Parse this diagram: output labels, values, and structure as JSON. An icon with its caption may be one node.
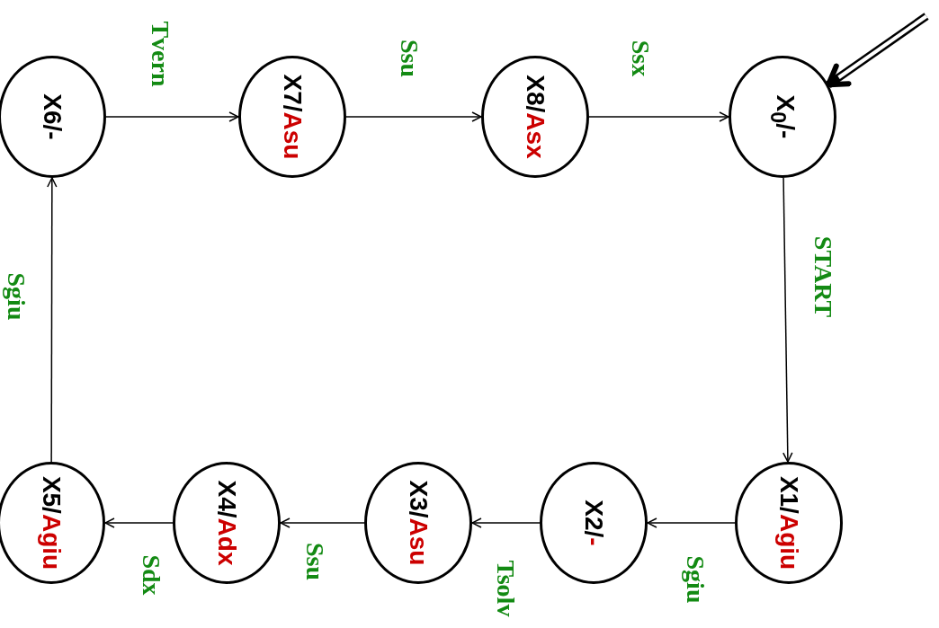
{
  "diagram": {
    "nodes": [
      {
        "text": [
          "X$_{0}$/-"
        ]
      },
      {
        "text": [
          "X1/",
          "Agiu"
        ]
      },
      {
        "text": [
          "X2/",
          "-"
        ]
      },
      {
        "text": [
          "X3/",
          "Asu"
        ]
      },
      {
        "text": [
          "X4/",
          "Adx"
        ]
      },
      {
        "text": [
          "X5/",
          "Agiu"
        ]
      },
      {
        "text": [
          "X6/-"
        ]
      },
      {
        "text": [
          "X7/",
          "Asu"
        ]
      },
      {
        "text": [
          "X8/",
          "Asx"
        ]
      }
    ],
    "edges": [
      {
        "from": null,
        "to": 0,
        "arrow": "to",
        "style": "thick"
      },
      {
        "from": 0,
        "to": 1,
        "arrow": "to",
        "label": "START"
      },
      {
        "from": 1,
        "to": 2,
        "arrow": "to",
        "label": "Sgiu"
      },
      {
        "from": 2,
        "to": 3,
        "arrow": "to",
        "label": "Tsolv"
      },
      {
        "from": 3,
        "to": 4,
        "arrow": "to",
        "label": "Ssu"
      },
      {
        "from": 4,
        "to": 5,
        "arrow": "to",
        "label": "Sdx"
      },
      {
        "from": 5,
        "to": 6,
        "arrow": "to",
        "label": "Sgiu"
      },
      {
        "from": 6,
        "to": 7,
        "arrow": "to",
        "label": "Tvern"
      },
      {
        "from": 7,
        "to": 8,
        "arrow": "to",
        "label": "Ssu"
      },
      {
        "from": 8,
        "to": 0,
        "arrow": "to",
        "label": "Ssx"
      }
    ]
  }
}
